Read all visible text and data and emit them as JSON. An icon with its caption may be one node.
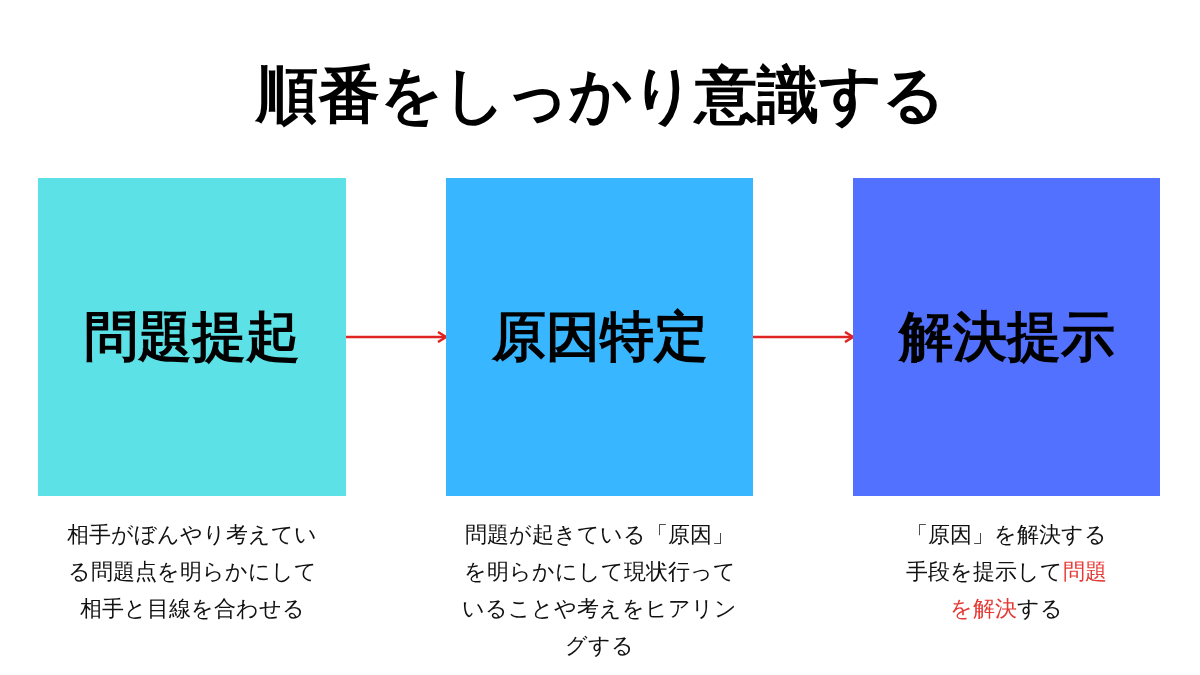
{
  "diagram": {
    "title": "順番をしっかり意識する",
    "nodes": [
      {
        "text": [
          "問題提起"
        ],
        "beside": [
          "相手がぼんやり考えている問題点を明らかにして相手と目線を合わせる"
        ]
      },
      {
        "text": [
          "原因特定"
        ],
        "beside": [
          "問題が起きている「原因」を明らかにして現状行っていることや考えをヒアリングする"
        ]
      },
      {
        "text": [
          "解決提示"
        ],
        "beside": [
          "「原因」を解決する手段を提示して**問題を解決**する"
        ]
      }
    ],
    "edges": [
      {
        "from": 0,
        "to": 1,
        "arrow": "to"
      },
      {
        "from": 1,
        "to": 2,
        "arrow": "to"
      }
    ]
  }
}
